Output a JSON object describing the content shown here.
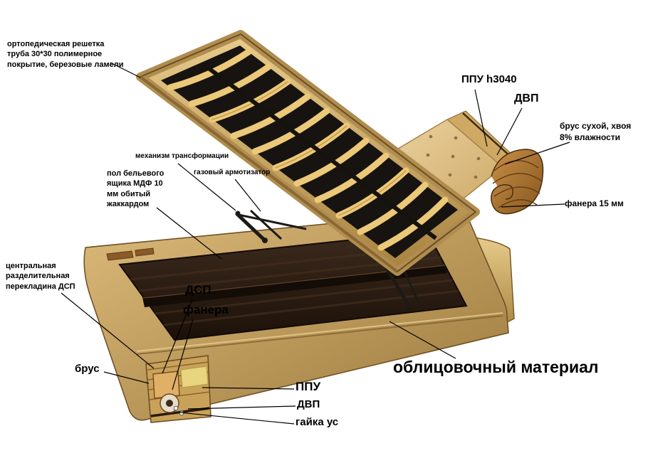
{
  "diagram": {
    "subject": "bed-with-lift-up-storage-construction",
    "background": "#ffffff",
    "colors": {
      "frame_tan": "#b18a4c",
      "frame_light": "#e3c27e",
      "interior_brown": "#33221a",
      "slat_wood": "#ebc979",
      "cushion_beige": "#e9cf9b",
      "scroll_wood": "#b5813f",
      "text": "#000000"
    },
    "labels": {
      "ortho_grid": "ортопедическая решетка\nтруба 30*30 полимерное\nпокрытие, березовые ламели",
      "ppu_h3040": "ППУ h3040",
      "dvp_top": "ДВП",
      "brus_dry": "брус сухой, хвоя\n8% влажности",
      "fanera_15": "фанера 15 мм",
      "mechanism": "механизм трансформации",
      "gas_lift": "газовый армотизатор",
      "box_floor": "пол бельевого\nящика МДФ 10\nмм обитый\nжаккардом",
      "central_bar": "центральная\nразделительная\nперекладина ДСП",
      "dsp": "ДСП",
      "fanera": "фанера",
      "brus": "брус",
      "ppu": "ППУ",
      "dvp_bottom": "ДВП",
      "gaika": "гайка ус",
      "facing": "облицовочный материал"
    }
  }
}
